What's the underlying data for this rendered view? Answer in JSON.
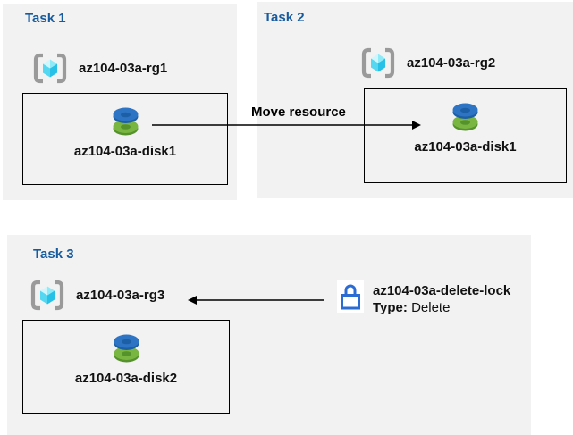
{
  "colors": {
    "panel_bg": "#f2f2f2",
    "task_title_blue": "#175b9e",
    "label_text": "#111111",
    "arrow_black": "#000000",
    "lock_blue": "#2b6bd4",
    "disk_blue": "#2e74c4",
    "disk_blue_dark": "#1d5fa6",
    "disk_green": "#79b541",
    "disk_green_dark": "#55922c",
    "cube_cyan_light": "#cff6fd",
    "cube_cyan_mid": "#55d7f1",
    "cube_cyan_dark": "#27c0e6",
    "bracket_gray": "#9a9a9a"
  },
  "tasks": [
    {
      "title": "Task 1",
      "resource_group": "az104-03a-rg1",
      "resource": "az104-03a-disk1"
    },
    {
      "title": "Task 2",
      "resource_group": "az104-03a-rg2",
      "resource": "az104-03a-disk1"
    },
    {
      "title": "Task 3",
      "resource_group": "az104-03a-rg3",
      "resource": "az104-03a-disk2"
    }
  ],
  "move_arrow": {
    "label": "Move resource"
  },
  "lock": {
    "name": "az104-03a-delete-lock",
    "type_label": "Type:",
    "type_value": "Delete"
  },
  "icons": {
    "resource_group": "brackets-cube-icon",
    "disk": "stacked-disks-icon",
    "lock": "padlock-icon"
  }
}
